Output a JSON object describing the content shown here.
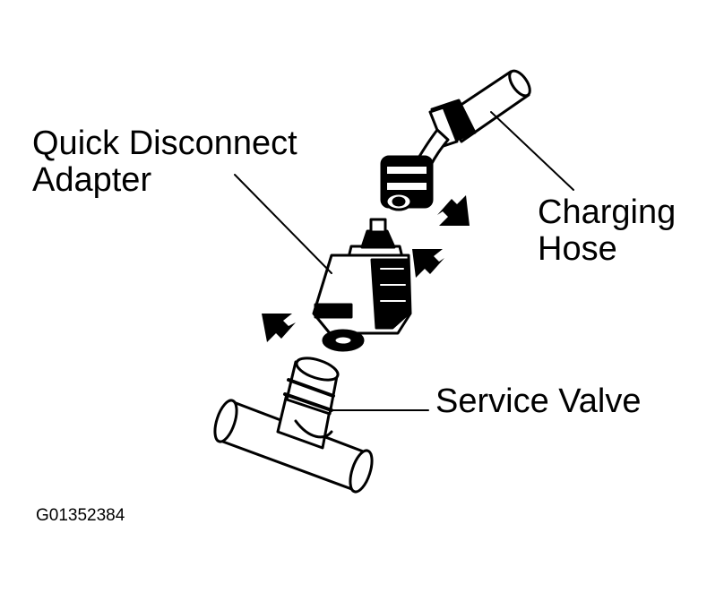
{
  "labels": {
    "quick_disconnect_line1": "Quick Disconnect",
    "quick_disconnect_line2": "Adapter",
    "charging_hose_line1": "Charging",
    "charging_hose_line2": "Hose",
    "service_valve": "Service Valve",
    "figure_id": "G01352384"
  },
  "colors": {
    "ink": "#000000",
    "paper": "#ffffff"
  }
}
